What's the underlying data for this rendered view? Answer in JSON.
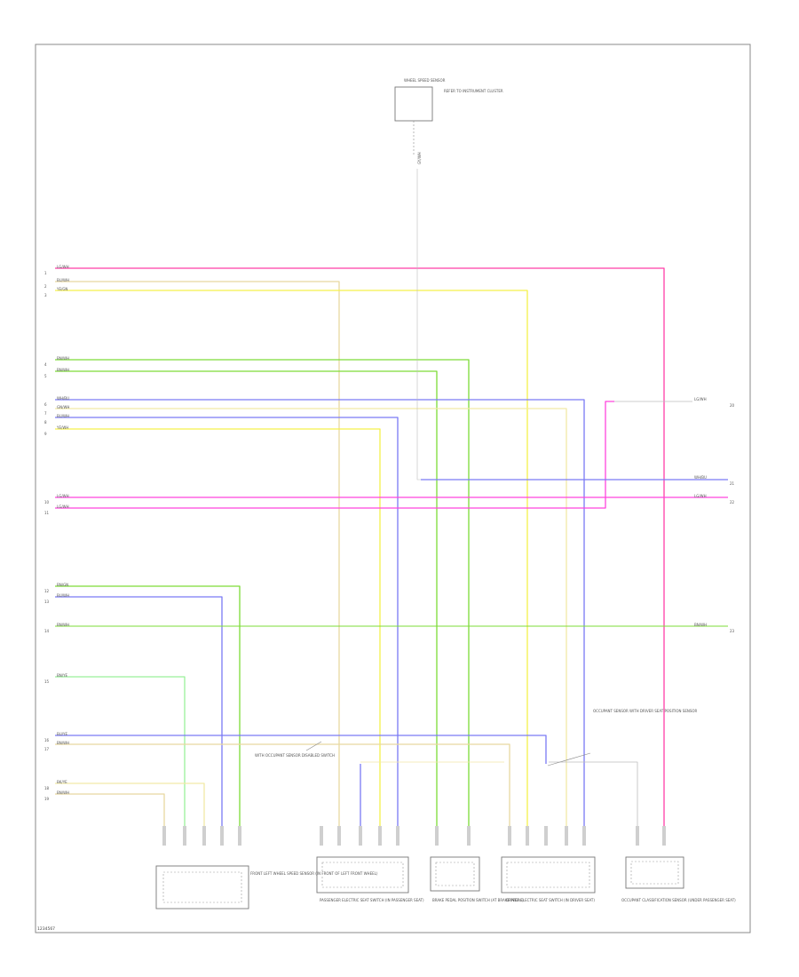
{
  "diagram": {
    "footer_code": "1234567",
    "colors": {
      "pink": "#ff3fa8",
      "magenta": "#ff44dd",
      "yellow": "#f5f04a",
      "pale_yellow": "#f2e9a6",
      "tan": "#e8d8a0",
      "green": "#7ddc37",
      "light_green": "#9af09a",
      "blue": "#7a7af5",
      "gray": "#bdbdbd"
    },
    "left_wires": [
      {
        "pin": "1",
        "label": "LG/WH"
      },
      {
        "pin": "2",
        "label": "BU/WH"
      },
      {
        "pin": "3",
        "label": "YE/GN"
      },
      {
        "pin": "4",
        "label": "BN/WH"
      },
      {
        "pin": "5",
        "label": "BN/WH"
      },
      {
        "pin": "6",
        "label": "WH/BU"
      },
      {
        "pin": "7",
        "label": "GN/WH"
      },
      {
        "pin": "8",
        "label": "BU/WH"
      },
      {
        "pin": "9",
        "label": "YE/WH"
      },
      {
        "pin": "10",
        "label": "LG/WH"
      },
      {
        "pin": "11",
        "label": "LG/WH"
      },
      {
        "pin": "12",
        "label": "BN/GN"
      },
      {
        "pin": "13",
        "label": "BU/WH"
      },
      {
        "pin": "14",
        "label": "BN/WH"
      },
      {
        "pin": "15",
        "label": "BN/YE"
      },
      {
        "pin": "16",
        "label": "BU/YE"
      },
      {
        "pin": "17",
        "label": "BN/WH"
      },
      {
        "pin": "18",
        "label": "BK/YE"
      },
      {
        "pin": "19",
        "label": "BN/WH"
      }
    ],
    "right_wires": [
      {
        "pin": "20",
        "label": "LG/WH"
      },
      {
        "pin": "21",
        "label": "WH/BU"
      },
      {
        "pin": "22",
        "label": "LG/WH"
      },
      {
        "pin": "23",
        "label": "BN/WH"
      }
    ],
    "top_component": {
      "name": "WHEEL SPEED SENSOR",
      "note": "REFER TO INSTRUMENT CLUSTER",
      "wire": "GY/WH"
    },
    "components": [
      {
        "label": "FRONT LEFT WHEEL SPEED SENSOR (IN FRONT OF LEFT FRONT WHEEL)"
      },
      {
        "label": "PASSENGER ELECTRIC SEAT SWITCH (IN PASSENGER SEAT)"
      },
      {
        "label": "BRAKE PEDAL POSITION SWITCH (AT BRAKE PEDAL)"
      },
      {
        "label": "DRIVER ELECTRIC SEAT SWITCH (IN DRIVER SEAT)"
      },
      {
        "label": "OCCUPANT CLASSIFICATION SENSOR (UNDER PASSENGER SEAT)"
      }
    ],
    "callouts": {
      "left": "WITH OCCUPANT SENSOR DISABLED SWITCH",
      "right": "OCCUPANT SENSOR WITH DRIVER SEAT POSITION SENSOR"
    }
  }
}
